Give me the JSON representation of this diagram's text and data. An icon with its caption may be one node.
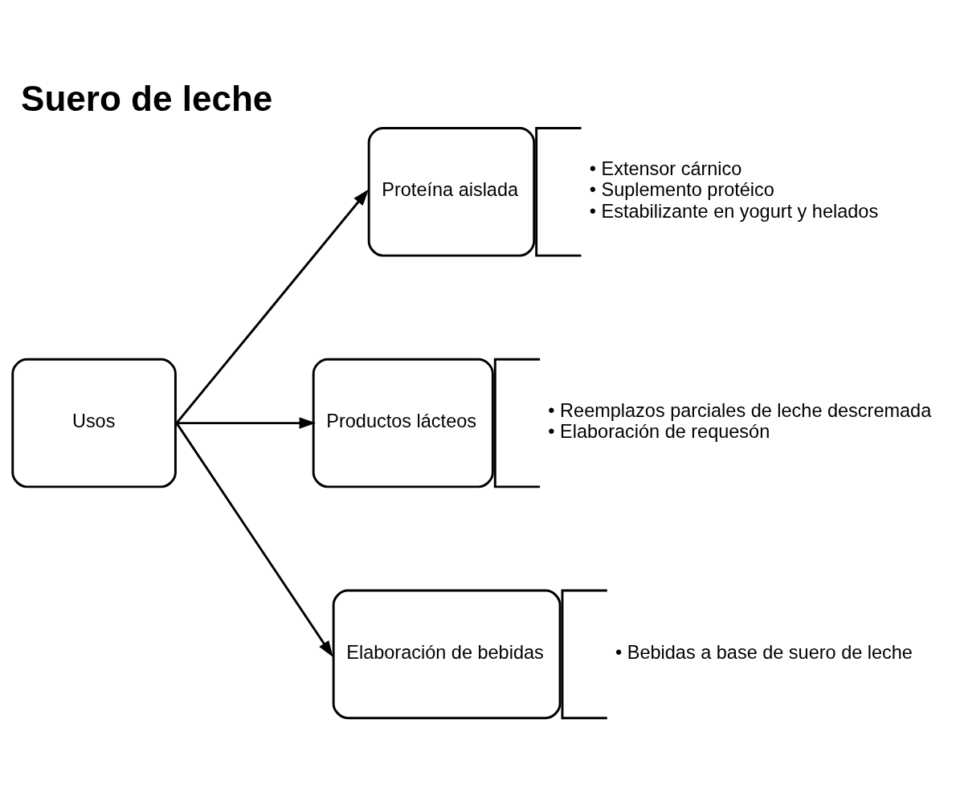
{
  "diagram": {
    "title": "Suero de leche",
    "nodes": [
      {
        "text": [
          "Usos"
        ]
      },
      {
        "text": [
          "Proteína aislada"
        ],
        "beside": [
          "• Extensor cárnico",
          "• Suplemento protéico",
          "• Estabilizante en yogurt y helados"
        ]
      },
      {
        "text": [
          "Productos lácteos"
        ],
        "beside": [
          "• Reemplazos parciales de leche descremada",
          "• Elaboración de requesón"
        ]
      },
      {
        "text": [
          "Elaboración de bebidas"
        ],
        "beside": [
          "• Bebidas a base de suero de leche"
        ]
      }
    ],
    "edges": [
      {
        "from": 0,
        "to": 1,
        "arrow": "to"
      },
      {
        "from": 0,
        "to": 2,
        "arrow": "to"
      },
      {
        "from": 0,
        "to": 3,
        "arrow": "to"
      }
    ]
  }
}
